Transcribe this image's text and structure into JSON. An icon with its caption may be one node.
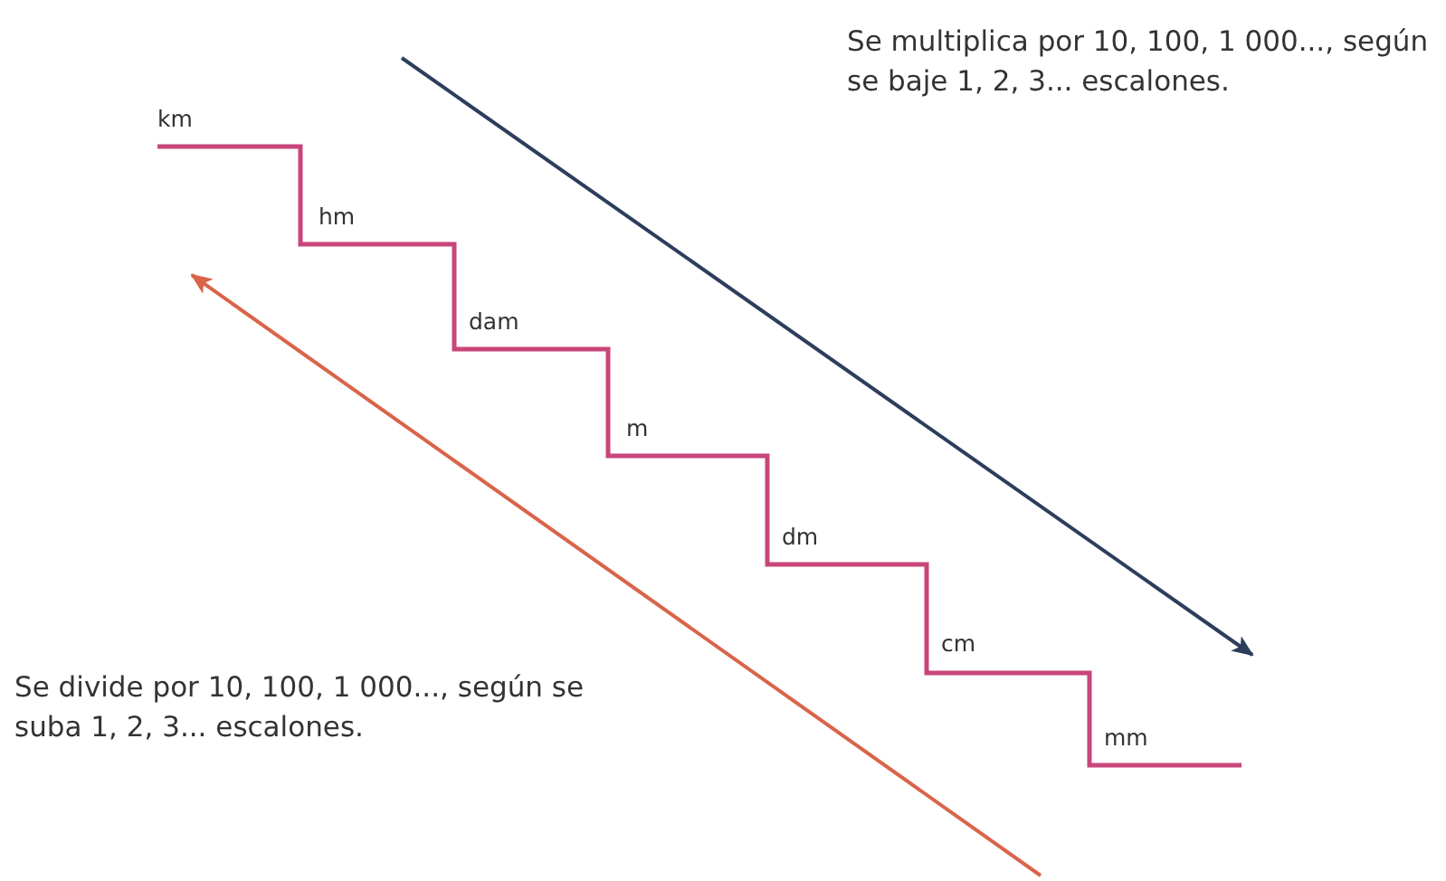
{
  "diagram": {
    "labels": [
      "Se multiplica por 10, 100, 1 000..., según se baje 1, 2, 3... escalones.",
      "km",
      "hm",
      "dam",
      "m",
      "dm",
      "cm",
      "mm",
      "Se divide por 10, 100, 1 000..., según se suba 1, 2, 3... escalones."
    ]
  }
}
